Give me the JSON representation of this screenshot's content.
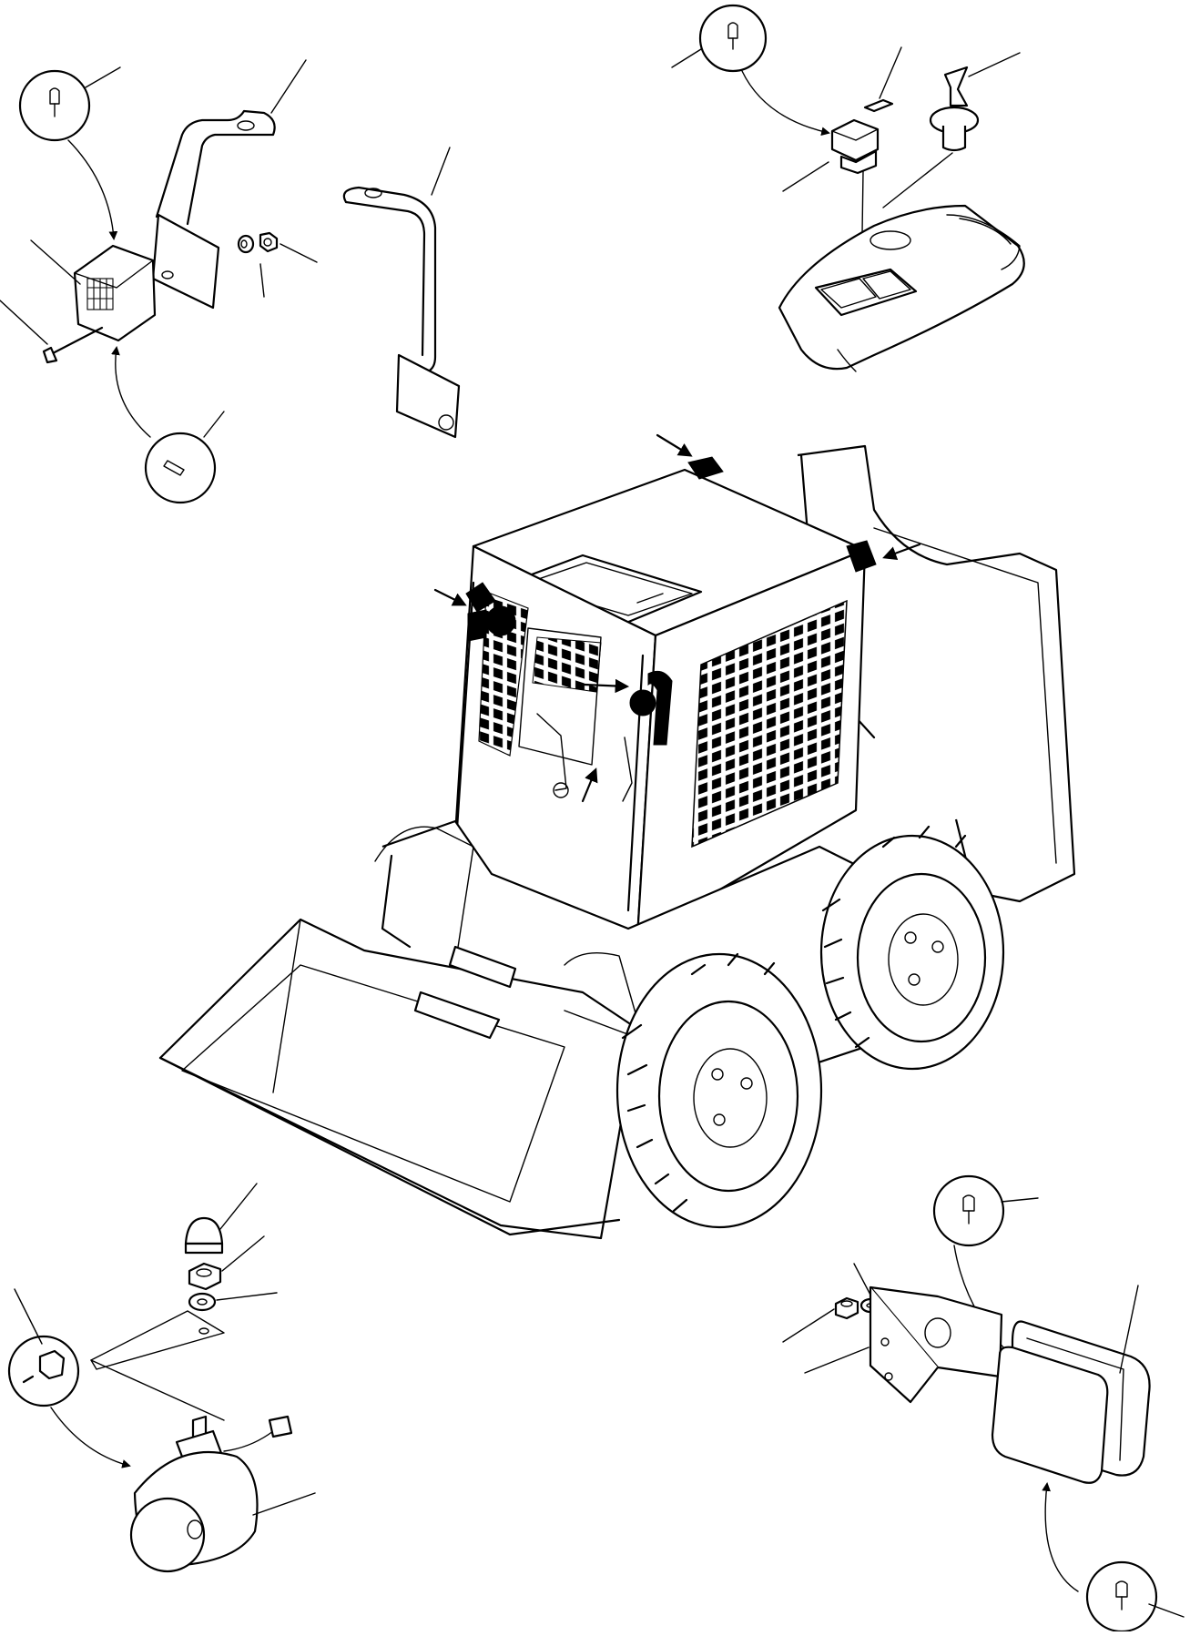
{
  "diagram": {
    "type": "exploded parts illustration",
    "colors": {
      "line": "#000000",
      "background": "#ffffff"
    },
    "groups": [
      {
        "id": "front-left-lamp",
        "icon": "lamp-with-bulb-callout"
      },
      {
        "id": "rear-bracket",
        "icon": "bracket"
      },
      {
        "id": "dash-switches",
        "icon": "switch-with-bulb-callout"
      },
      {
        "id": "loader-machine",
        "icon": "skid-steer-loader"
      },
      {
        "id": "work-lamp",
        "icon": "round-work-lamp"
      },
      {
        "id": "rear-lamp",
        "icon": "rear-lamp-with-bracket"
      }
    ]
  }
}
